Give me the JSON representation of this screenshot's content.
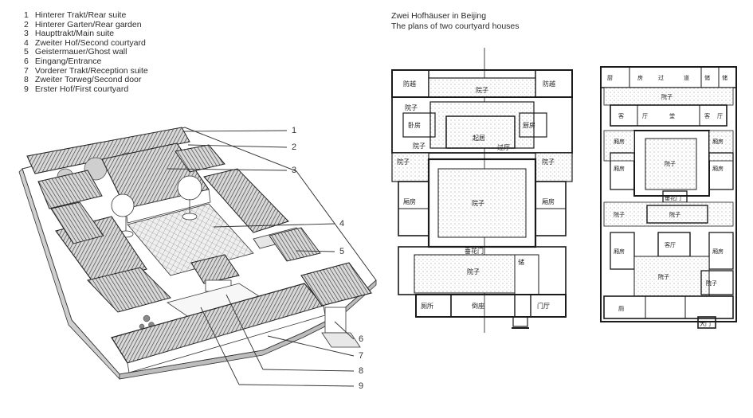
{
  "legend": [
    {
      "num": "1",
      "text": "Hinterer Trakt/Rear suite"
    },
    {
      "num": "2",
      "text": "Hinterer Garten/Rear garden"
    },
    {
      "num": "3",
      "text": "Haupttrakt/Main suite"
    },
    {
      "num": "4",
      "text": "Zweiter Hof/Second courtyard"
    },
    {
      "num": "5",
      "text": "Geistermauer/Ghost wall"
    },
    {
      "num": "6",
      "text": "Eingang/Entrance"
    },
    {
      "num": "7",
      "text": "Vorderer Trakt/Reception suite"
    },
    {
      "num": "8",
      "text": "Zweiter Torweg/Second door"
    },
    {
      "num": "9",
      "text": "Erster Hof/First courtyard"
    }
  ],
  "title": {
    "line1": "Zwei Hofhäuser in Beijing",
    "line2": "The plans of two courtyard houses"
  },
  "callouts": [
    "1",
    "2",
    "3",
    "4",
    "5",
    "6",
    "7",
    "8",
    "9"
  ],
  "plan_a": {
    "labels": [
      "防越",
      "院子",
      "防越",
      "院子",
      "卧房",
      "院子",
      "厨房",
      "起居",
      "过厅",
      "院子",
      "院子",
      "厢房",
      "院子",
      "厢房",
      "垂花门",
      "院子",
      "储",
      "厕所",
      "倒座",
      "门厅"
    ]
  },
  "plan_b": {
    "labels": [
      "厨",
      "房",
      "过",
      "道",
      "储",
      "储",
      "院子",
      "客",
      "厅",
      "堂",
      "客",
      "厅",
      "厢房",
      "厢房",
      "院子",
      "厢房",
      "厢房",
      "垂花门",
      "院子",
      "院子",
      "客厅",
      "院子",
      "厢房",
      "厢房",
      "院子",
      "厕",
      "大门"
    ]
  }
}
